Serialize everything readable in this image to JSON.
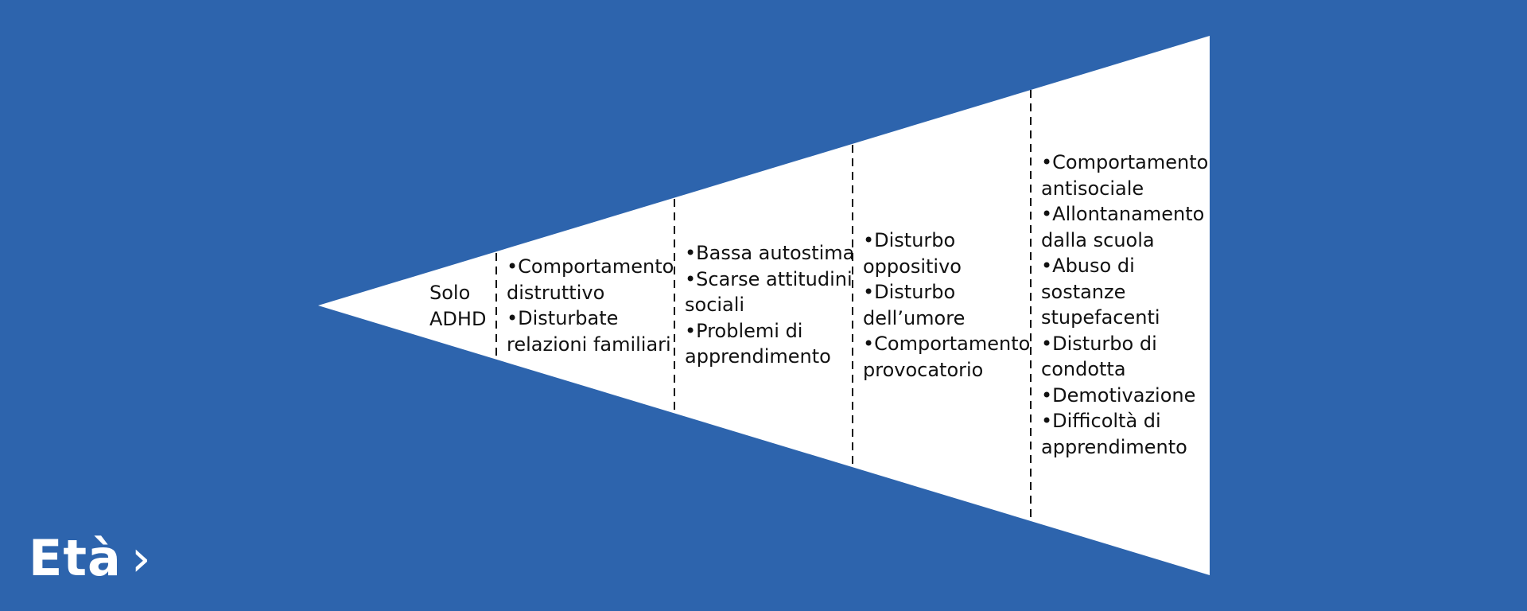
{
  "stages": [
    {
      "items": [
        "Solo",
        "ADHD"
      ]
    },
    {
      "items": [
        "•Comportamento",
        "distruttivo",
        "•Disturbate",
        "relazioni familiari"
      ]
    },
    {
      "items": [
        "•Bassa autostima",
        "•Scarse attitudini",
        "sociali",
        "•Problemi di",
        "apprendimento"
      ]
    },
    {
      "items": [
        "•Disturbo",
        "oppositivo",
        "•Disturbo",
        "dell’umore",
        "•Comportamento",
        "provocatorio"
      ]
    },
    {
      "items": [
        "•Comportamento",
        "antisociale",
        "•Allontanamento",
        "dalla scuola",
        "•Abuso di",
        "sostanze",
        "stupefacenti",
        "•Disturbo di",
        "condotta",
        "•Demotivazione",
        "•Difficoltà di",
        "apprendimento"
      ]
    }
  ],
  "age_axis": {
    "label": "Età",
    "arrow": "›"
  },
  "colors": {
    "background": "#2d64ad",
    "cone": "#ffffff",
    "divider": "#111111",
    "text": "#111111"
  }
}
